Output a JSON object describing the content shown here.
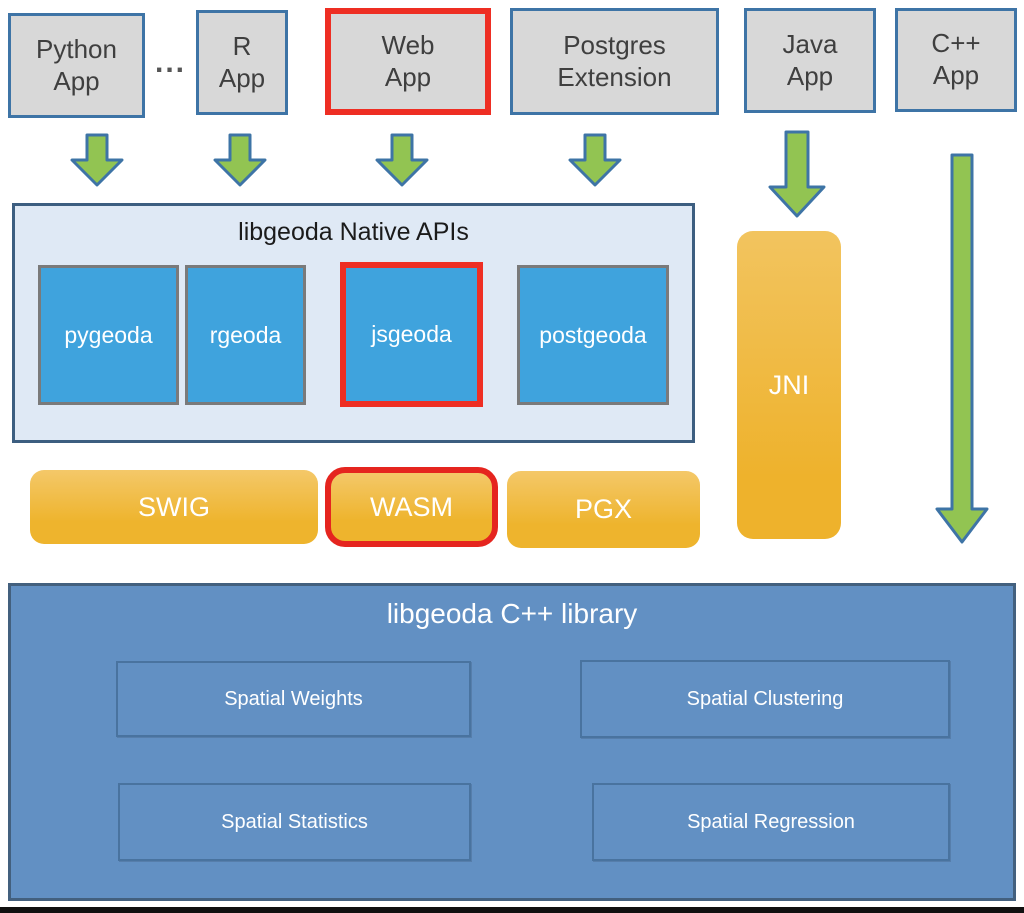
{
  "top_row": {
    "apps": [
      {
        "label": "Python\nApp",
        "highlighted": false
      },
      {
        "label": "R\nApp",
        "highlighted": false
      },
      {
        "label": "Web\nApp",
        "highlighted": true
      },
      {
        "label": "Postgres\nExtension",
        "highlighted": false
      },
      {
        "label": "Java\nApp",
        "highlighted": false
      },
      {
        "label": "C++\nApp",
        "highlighted": false
      }
    ],
    "ellipsis": "..."
  },
  "native_apis": {
    "title": "libgeoda Native APIs",
    "modules": [
      {
        "label": "pygeoda",
        "highlighted": false
      },
      {
        "label": "rgeoda",
        "highlighted": false
      },
      {
        "label": "jsgeoda",
        "highlighted": true
      },
      {
        "label": "postgeoda",
        "highlighted": false
      }
    ]
  },
  "bindings": [
    {
      "label": "SWIG",
      "highlighted": false
    },
    {
      "label": "WASM",
      "highlighted": true
    },
    {
      "label": "PGX",
      "highlighted": false
    }
  ],
  "jni": {
    "label": "JNI"
  },
  "library": {
    "title": "libgeoda C++ library",
    "components": [
      {
        "label": "Spatial Weights"
      },
      {
        "label": "Spatial Clustering"
      },
      {
        "label": "Spatial Statistics"
      },
      {
        "label": "Spatial Regression"
      }
    ]
  },
  "colors": {
    "highlight_red": "#ee2e23",
    "arrow_green": "#92c452",
    "arrow_outline_blue": "#3e74a6",
    "app_box_gray": "#d8d8d8",
    "app_border_blue": "#3e74a6",
    "native_panel_blue": "#dfe9f5",
    "module_blue": "#3fa3dd",
    "module_border_gray": "#7a7a7a",
    "binding_yellow": "#eeb42d",
    "library_blue": "#6290c3",
    "library_border": "#43607e"
  }
}
